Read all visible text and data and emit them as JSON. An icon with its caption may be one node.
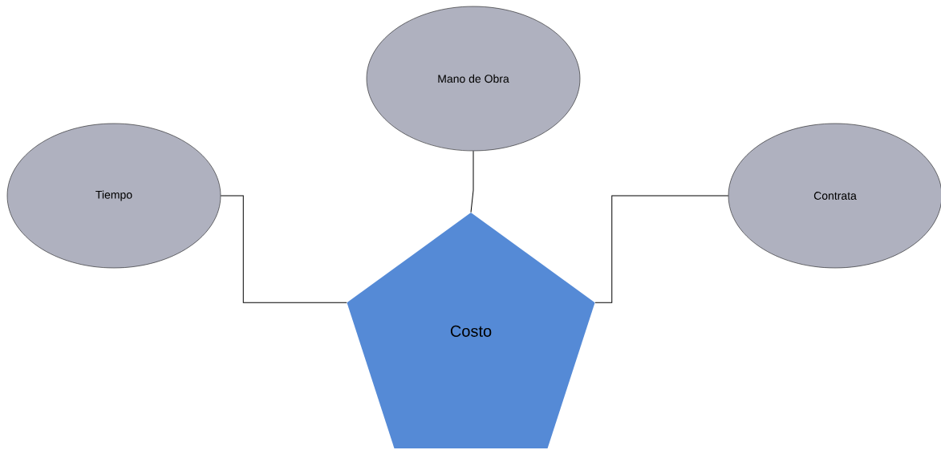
{
  "diagram": {
    "nodes": [
      {
        "text": [
          "Mano de Obra"
        ]
      },
      {
        "text": [
          "Tiempo"
        ]
      },
      {
        "text": [
          "Contrata"
        ]
      },
      {
        "text": [
          "Costo"
        ]
      }
    ],
    "edges": [
      {
        "from": 0,
        "to": 3,
        "arrow": "none"
      },
      {
        "from": 1,
        "to": 3,
        "arrow": "none"
      },
      {
        "from": 2,
        "to": 3,
        "arrow": "none"
      }
    ]
  }
}
